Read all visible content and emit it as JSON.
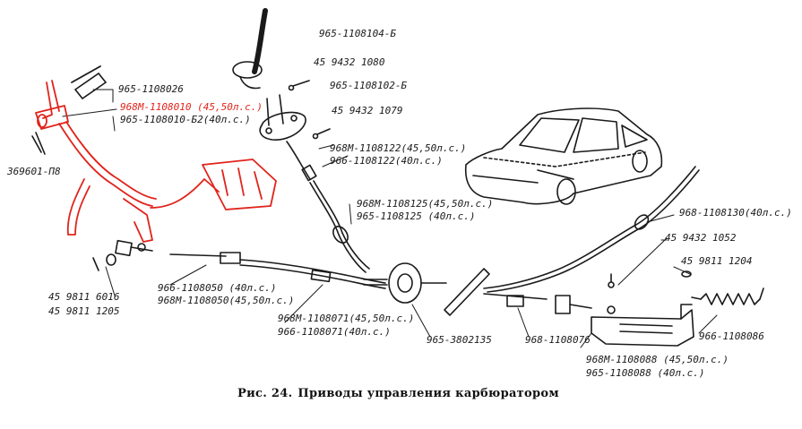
{
  "caption": {
    "figure": "Рис. 24.",
    "title": "Приводы управления карбюратором"
  },
  "labels": {
    "l_104b": "965-1108104-Б",
    "l_1080": "45 9432 1080",
    "l_102b": "965-1108102-Б",
    "l_1079": "45 9432 1079",
    "l_026": "965-1108026",
    "l_010": "968М-1108010 (45,50л.с.)",
    "l_010b2": "965-1108010-Б2(40л.с.)",
    "l_pin": "369601-П8",
    "l_122a": "968М-1108122(45,50л.с.)",
    "l_122b": "966-1108122(40л.с.)",
    "l_125a": "968М-1108125(45,50л.с.)",
    "l_125b": "965-1108125 (40л.с.)",
    "l_130": "968-1108130(40л.с.)",
    "l_1052": "45 9432 1052",
    "l_1204": "45 9811 1204",
    "l_6016": "45 9811 6016",
    "l_1205": "45 9811 1205",
    "l_050a": "966-1108050 (40л.с.)",
    "l_050b": "968М-1108050(45,50л.с.)",
    "l_071a": "968М-1108071(45,50л.с.)",
    "l_071b": "966-1108071(40л.с.)",
    "l_2135": "965-3802135",
    "l_076": "968-1108076",
    "l_086": "966-1108086",
    "l_088a": "968М-1108088 (45,50л.с.)",
    "l_088b": "965-1108088 (40л.с.)"
  },
  "colors": {
    "ink": "#1a1a1a",
    "highlight": "#e0241c"
  }
}
